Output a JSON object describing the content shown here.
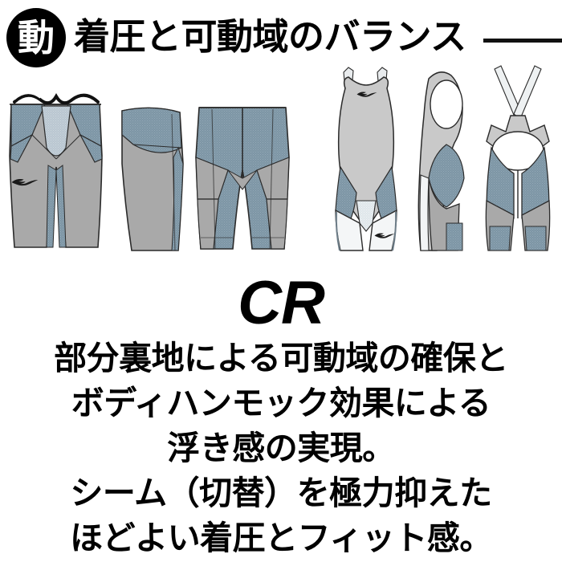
{
  "header": {
    "badge_label": "動",
    "title": "着圧と可動域のバランス",
    "rule_color": "#111111"
  },
  "wordmark": {
    "text": "CR"
  },
  "copy": {
    "lines": [
      "部分裏地による可動域の確保と",
      "ボディハンモック効果による",
      "浮き感の実現。",
      "シーム（切替）を極力抑えた",
      "ほどよい着圧とフィット感。"
    ]
  },
  "illustrations": {
    "items": [
      {
        "name": "mens-jammer-front",
        "view": "front",
        "type": "men"
      },
      {
        "name": "mens-jammer-side",
        "view": "side",
        "type": "men"
      },
      {
        "name": "mens-jammer-back",
        "view": "back",
        "type": "men"
      },
      {
        "name": "womens-suit-front",
        "view": "front",
        "type": "women"
      },
      {
        "name": "womens-suit-side",
        "view": "side",
        "type": "women"
      },
      {
        "name": "womens-suit-back",
        "view": "back",
        "type": "women"
      }
    ],
    "brand_logo": "mizuno-runbird-logo"
  },
  "colors": {
    "base_gray": "#a9a9a9",
    "panel_blue_gray": "#7d95a5",
    "light_gray": "#c9c9c9",
    "white_panel": "#f4f6f7",
    "outline": "#2b2b2b",
    "black": "#000000"
  }
}
